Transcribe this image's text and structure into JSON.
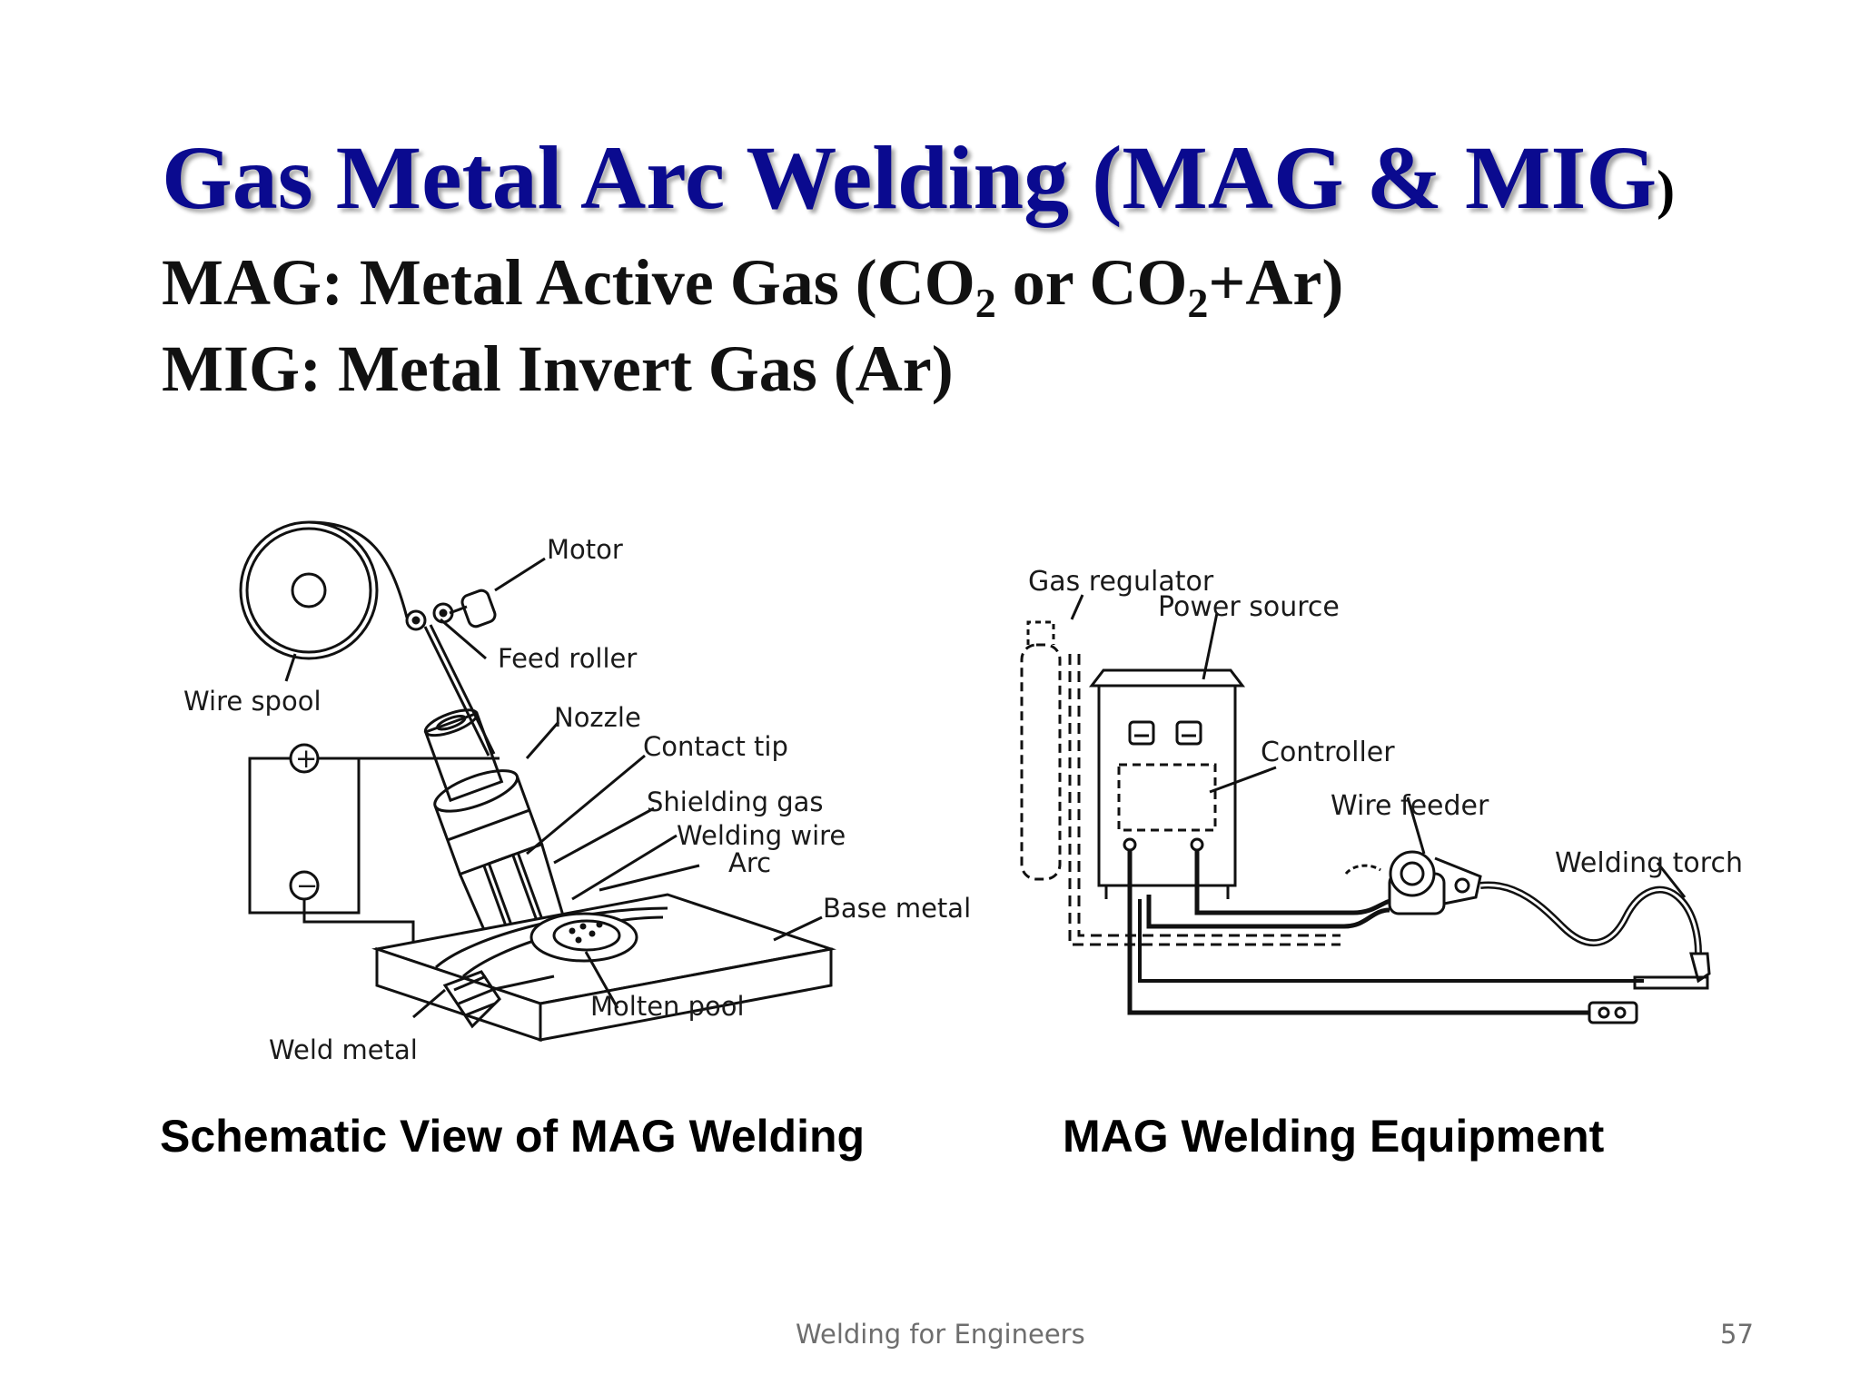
{
  "title": {
    "main": "Gas Metal Arc Welding (MAG & MIG",
    "close_paren": ")"
  },
  "mag_line": {
    "prefix": "MAG: Metal Active Gas (CO",
    "sub1": "2",
    "mid": " or CO",
    "sub2": "2",
    "suffix": "+Ar)"
  },
  "mig_line": "MIG: Metal Invert Gas (Ar)",
  "schematic": {
    "caption": "Schematic View of MAG Welding",
    "labels": {
      "motor": "Motor",
      "feed_roller": "Feed roller",
      "wire_spool": "Wire spool",
      "nozzle": "Nozzle",
      "contact_tip": "Contact tip",
      "shielding_gas": "Shielding gas",
      "welding_wire": "Welding wire",
      "arc": "Arc",
      "base_metal": "Base metal",
      "molten_pool": "Molten pool",
      "weld_metal": "Weld metal",
      "plus": "+",
      "minus": "−"
    }
  },
  "equipment": {
    "caption": "MAG Welding Equipment",
    "labels": {
      "gas_regulator": "Gas regulator",
      "power_source": "Power source",
      "controller": "Controller",
      "wire_feeder": "Wire feeder",
      "welding_torch": "Welding torch"
    }
  },
  "footer": {
    "center": "Welding for Engineers",
    "page_number": "57"
  }
}
